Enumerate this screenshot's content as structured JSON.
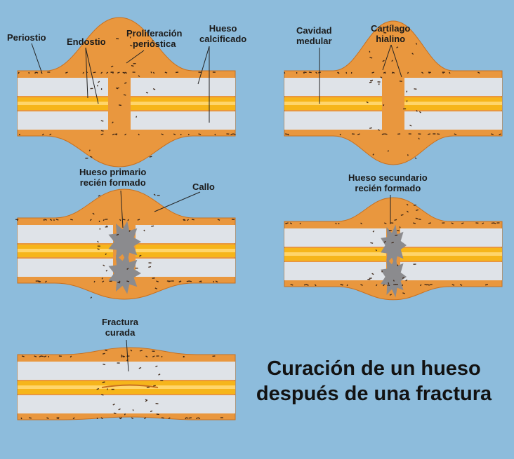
{
  "colors": {
    "background": "#8dbcdc",
    "tissue": "#e9973e",
    "tissue_dark": "#c8701f",
    "cortex": "#dfe3e8",
    "medulla": "#f6b51a",
    "medulla_light": "#ffd56a",
    "bone_new": "#8b8b8e",
    "cell": "#3b2414"
  },
  "panels": [
    {
      "id": "fractura",
      "labels": {
        "periostio": "Periostio",
        "endostio": "Endostio",
        "proliferacion": "Proliferación\nperióstica",
        "hueso_calcificado": "Hueso\ncalcificado"
      }
    },
    {
      "id": "cartilago",
      "labels": {
        "cavidad_medular": "Cavidad\nmedular",
        "cartilago_hialino": "Cartílago\nhialino"
      }
    },
    {
      "id": "callo",
      "labels": {
        "hueso_primario": "Hueso primario\nrecién formado",
        "callo": "Callo"
      }
    },
    {
      "id": "secundario",
      "labels": {
        "hueso_secundario": "Hueso secundario\nrecién formado"
      }
    },
    {
      "id": "curada",
      "labels": {
        "fractura_curada": "Fractura\ncurada"
      }
    }
  ],
  "title": {
    "line1": "Curación de un hueso",
    "line2": "después de una fractura"
  }
}
